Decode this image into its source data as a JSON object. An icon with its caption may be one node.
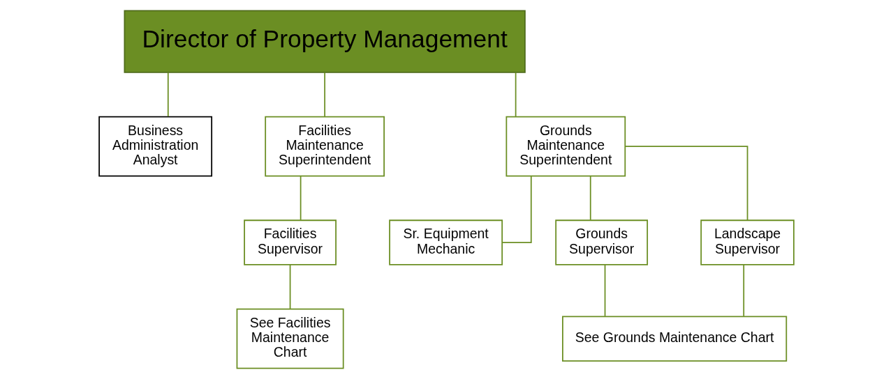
{
  "diagram": {
    "nodes": [
      {
        "text": [
          "Director of Property Management"
        ]
      },
      {
        "text": [
          "Business Administration Analyst"
        ]
      },
      {
        "text": [
          "Facilities Maintenance Superintendent"
        ]
      },
      {
        "text": [
          "Grounds Maintenance Superintendent"
        ]
      },
      {
        "text": [
          "Facilities Supervisor"
        ]
      },
      {
        "text": [
          "Sr. Equipment Mechanic"
        ]
      },
      {
        "text": [
          "See Facilities Maintenance Chart"
        ]
      },
      {
        "text": [
          "Grounds Supervisor"
        ]
      },
      {
        "text": [
          "Landscape Supervisor"
        ]
      },
      {
        "text": [
          "See Grounds Maintenance Chart"
        ]
      }
    ],
    "edges": [
      {
        "from": 0,
        "to": 1,
        "arrow": "none"
      },
      {
        "from": 0,
        "to": 2,
        "arrow": "none"
      },
      {
        "from": 0,
        "to": 3,
        "arrow": "none"
      },
      {
        "from": 2,
        "to": 4,
        "arrow": "none"
      },
      {
        "from": 4,
        "to": 6,
        "arrow": "none"
      },
      {
        "from": 3,
        "to": 5,
        "arrow": "none"
      },
      {
        "from": 3,
        "to": 7,
        "arrow": "none"
      },
      {
        "from": 3,
        "to": 8,
        "arrow": "none"
      },
      {
        "from": 7,
        "to": 9,
        "arrow": "none"
      },
      {
        "from": 8,
        "to": 9,
        "arrow": "none"
      }
    ]
  }
}
